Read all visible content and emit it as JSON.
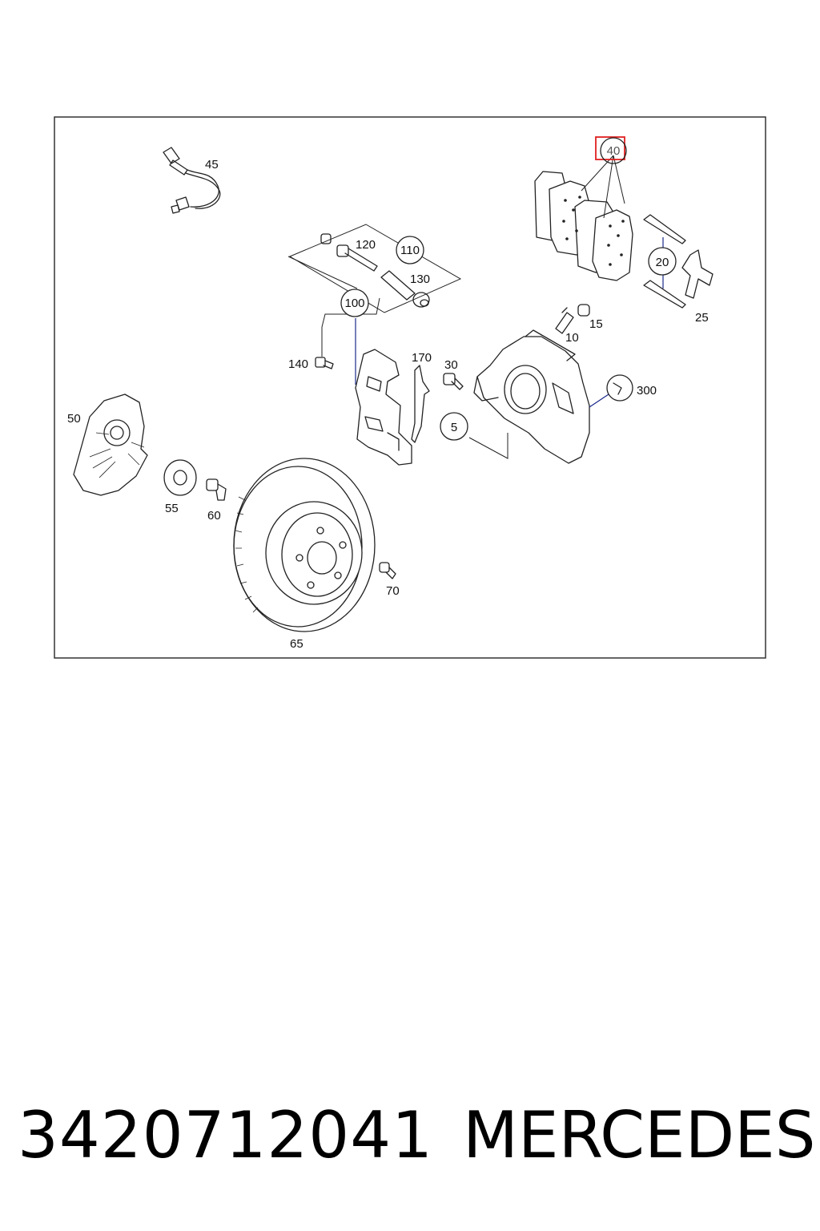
{
  "callouts": {
    "c5": "5",
    "c10": "10",
    "c15": "15",
    "c20": "20",
    "c25": "25",
    "c30": "30",
    "c40": "40",
    "c45": "45",
    "c50": "50",
    "c55": "55",
    "c60": "60",
    "c65": "65",
    "c70": "70",
    "c100": "100",
    "c110": "110",
    "c120": "120",
    "c130": "130",
    "c140": "140",
    "c170": "170",
    "c300": "300"
  },
  "highlight": {
    "callout": "40",
    "color": "#e02020"
  },
  "caption": {
    "part_number": "3420712041",
    "brand": "MERCEDES"
  },
  "colors": {
    "line": "#222222",
    "leader_blue": "#1a2a8c",
    "frame": "#333333"
  }
}
